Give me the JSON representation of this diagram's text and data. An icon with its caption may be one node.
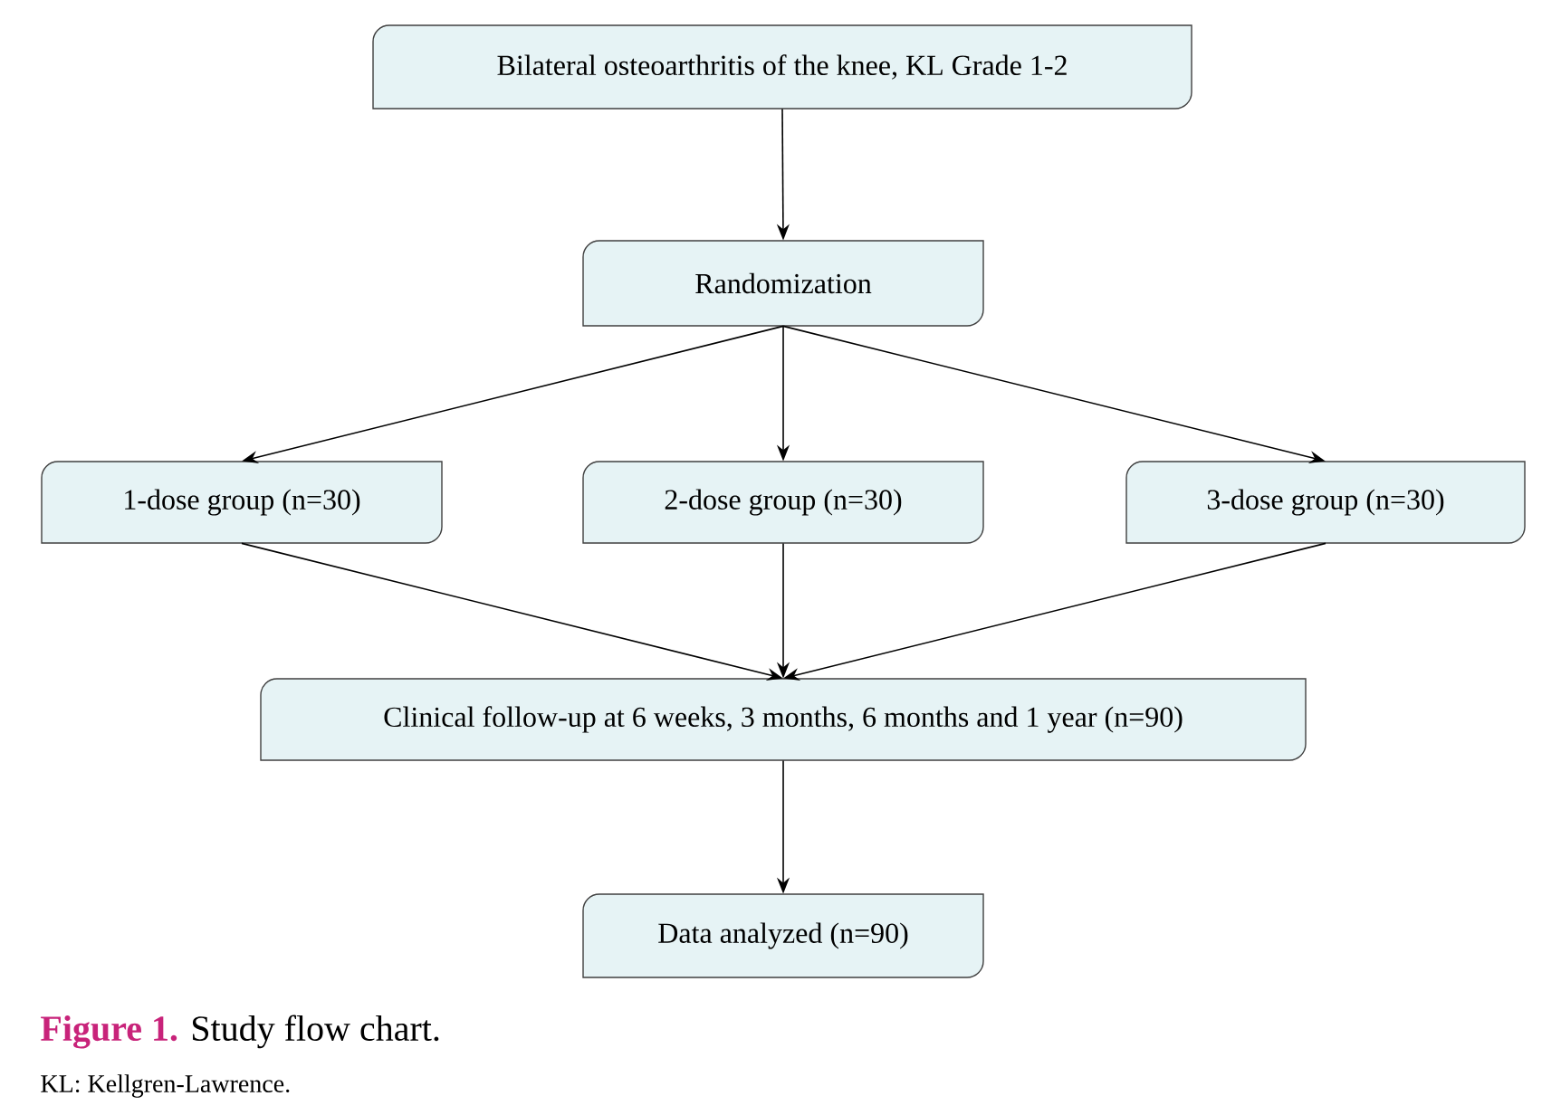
{
  "diagram": {
    "caption": "**Figure 1.** Study flow chart.",
    "nodes": [
      {
        "text": [
          "Bilateral osteoarthritis of the knee, KL Grade 1-2"
        ]
      },
      {
        "text": [
          "Randomization"
        ]
      },
      {
        "text": [
          "1-dose group (n=30)"
        ]
      },
      {
        "text": [
          "2-dose group (n=30)"
        ]
      },
      {
        "text": [
          "3-dose group (n=30)"
        ]
      },
      {
        "text": [
          "Clinical follow-up at 6 weeks, 3 months, 6 months and 1 year (n=90)"
        ]
      },
      {
        "text": [
          "Data analyzed (n=90)"
        ]
      }
    ],
    "edges": [
      {
        "from": 0,
        "to": 1,
        "arrow": "to"
      },
      {
        "from": 1,
        "to": 2,
        "arrow": "to"
      },
      {
        "from": 1,
        "to": 3,
        "arrow": "to"
      },
      {
        "from": 1,
        "to": 4,
        "arrow": "to"
      },
      {
        "from": 2,
        "to": 5,
        "arrow": "to"
      },
      {
        "from": 3,
        "to": 5,
        "arrow": "to"
      },
      {
        "from": 4,
        "to": 5,
        "arrow": "to"
      },
      {
        "from": 5,
        "to": 6,
        "arrow": "to"
      }
    ],
    "labels": [
      "KL: Kellgren-Lawrence."
    ]
  }
}
